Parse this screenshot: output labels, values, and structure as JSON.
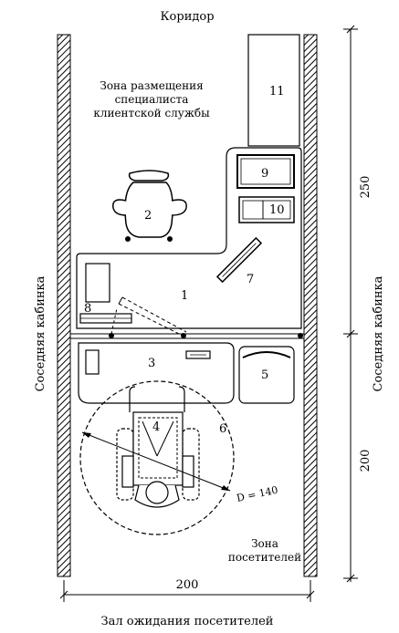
{
  "labels": {
    "top": "Коридор",
    "bottom": "Зал ожидания посетителей",
    "left_side": "Соседняя кабинка",
    "right_side": "Соседняя кабинка",
    "specialist_zone": [
      "Зона размещения",
      "специалиста",
      "клиентской службы"
    ],
    "visitor_zone": [
      "Зона",
      "посетителей"
    ],
    "turning_diameter": "D = 140"
  },
  "dimensions": {
    "width": "200",
    "upper_depth": "250",
    "lower_depth": "200"
  },
  "item_numbers": {
    "n1": "1",
    "n2": "2",
    "n3": "3",
    "n4": "4",
    "n5": "5",
    "n6": "6",
    "n7": "7",
    "n8": "8",
    "n9": "9",
    "n10": "10",
    "n11": "11"
  },
  "colors": {
    "ink": "#000000",
    "hatch": "#000000",
    "background": "#ffffff"
  }
}
